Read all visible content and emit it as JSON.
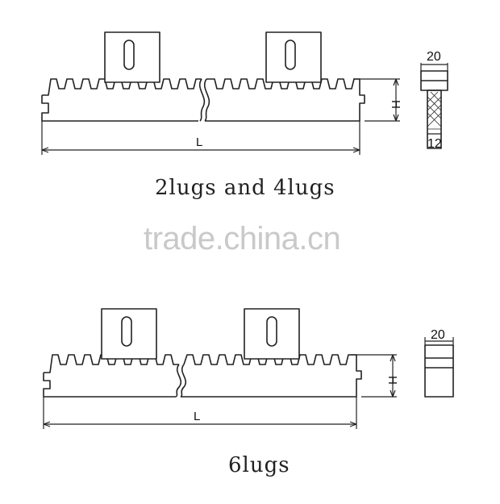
{
  "top_drawing": {
    "caption": "2lugs and 4lugs",
    "length_label": "L",
    "height_label": "H",
    "width_label": "20",
    "thickness_label": "12"
  },
  "watermark": "trade.china.cn",
  "bottom_drawing": {
    "caption": "6lugs",
    "length_label": "L",
    "height_label": "H",
    "width_label": "20"
  }
}
